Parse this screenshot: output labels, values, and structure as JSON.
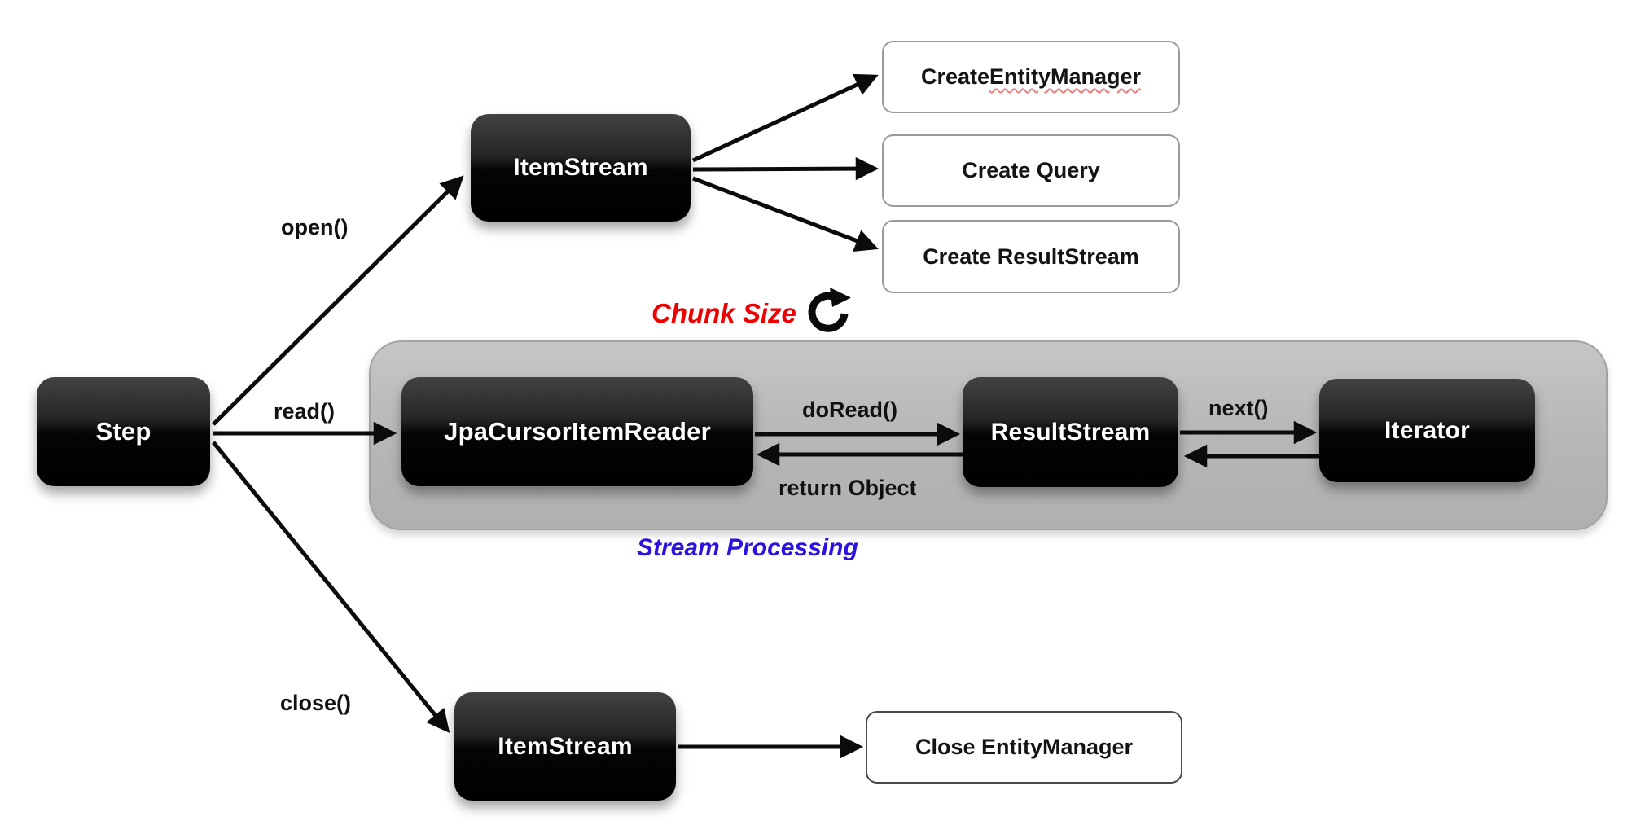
{
  "nodes": {
    "step": "Step",
    "item_stream_open": "ItemStream",
    "jpa_cursor_item_reader": "JpaCursorItemReader",
    "result_stream": "ResultStream",
    "iterator": "Iterator",
    "item_stream_close": "ItemStream"
  },
  "action_boxes": {
    "create_entity_manager_prefix": "Create ",
    "create_entity_manager_word": "EntityManager",
    "create_query": "Create Query",
    "create_result_stream": "Create ResultStream",
    "close_entity_manager": "Close EntityManager"
  },
  "edge_labels": {
    "open": "open()",
    "read": "read()",
    "close": "close()",
    "do_read": "doRead()",
    "return_object": "return Object",
    "next": "next()"
  },
  "annotations": {
    "chunk_size": {
      "text": "Chunk Size",
      "color": "#ee0000"
    },
    "stream_processing": {
      "text": "Stream Processing",
      "color": "#2a12e0"
    },
    "refresh_icon": "clockwise-refresh"
  },
  "colors": {
    "node_fill_top": "#424242",
    "node_fill_bottom": "#000000",
    "node_text": "#ffffff",
    "container_fill": "#b9b9b9",
    "container_border": "#a2a2a2",
    "action_border": "#9a9a9a",
    "arrow": "#0b0b0b",
    "background": "#ffffff"
  }
}
